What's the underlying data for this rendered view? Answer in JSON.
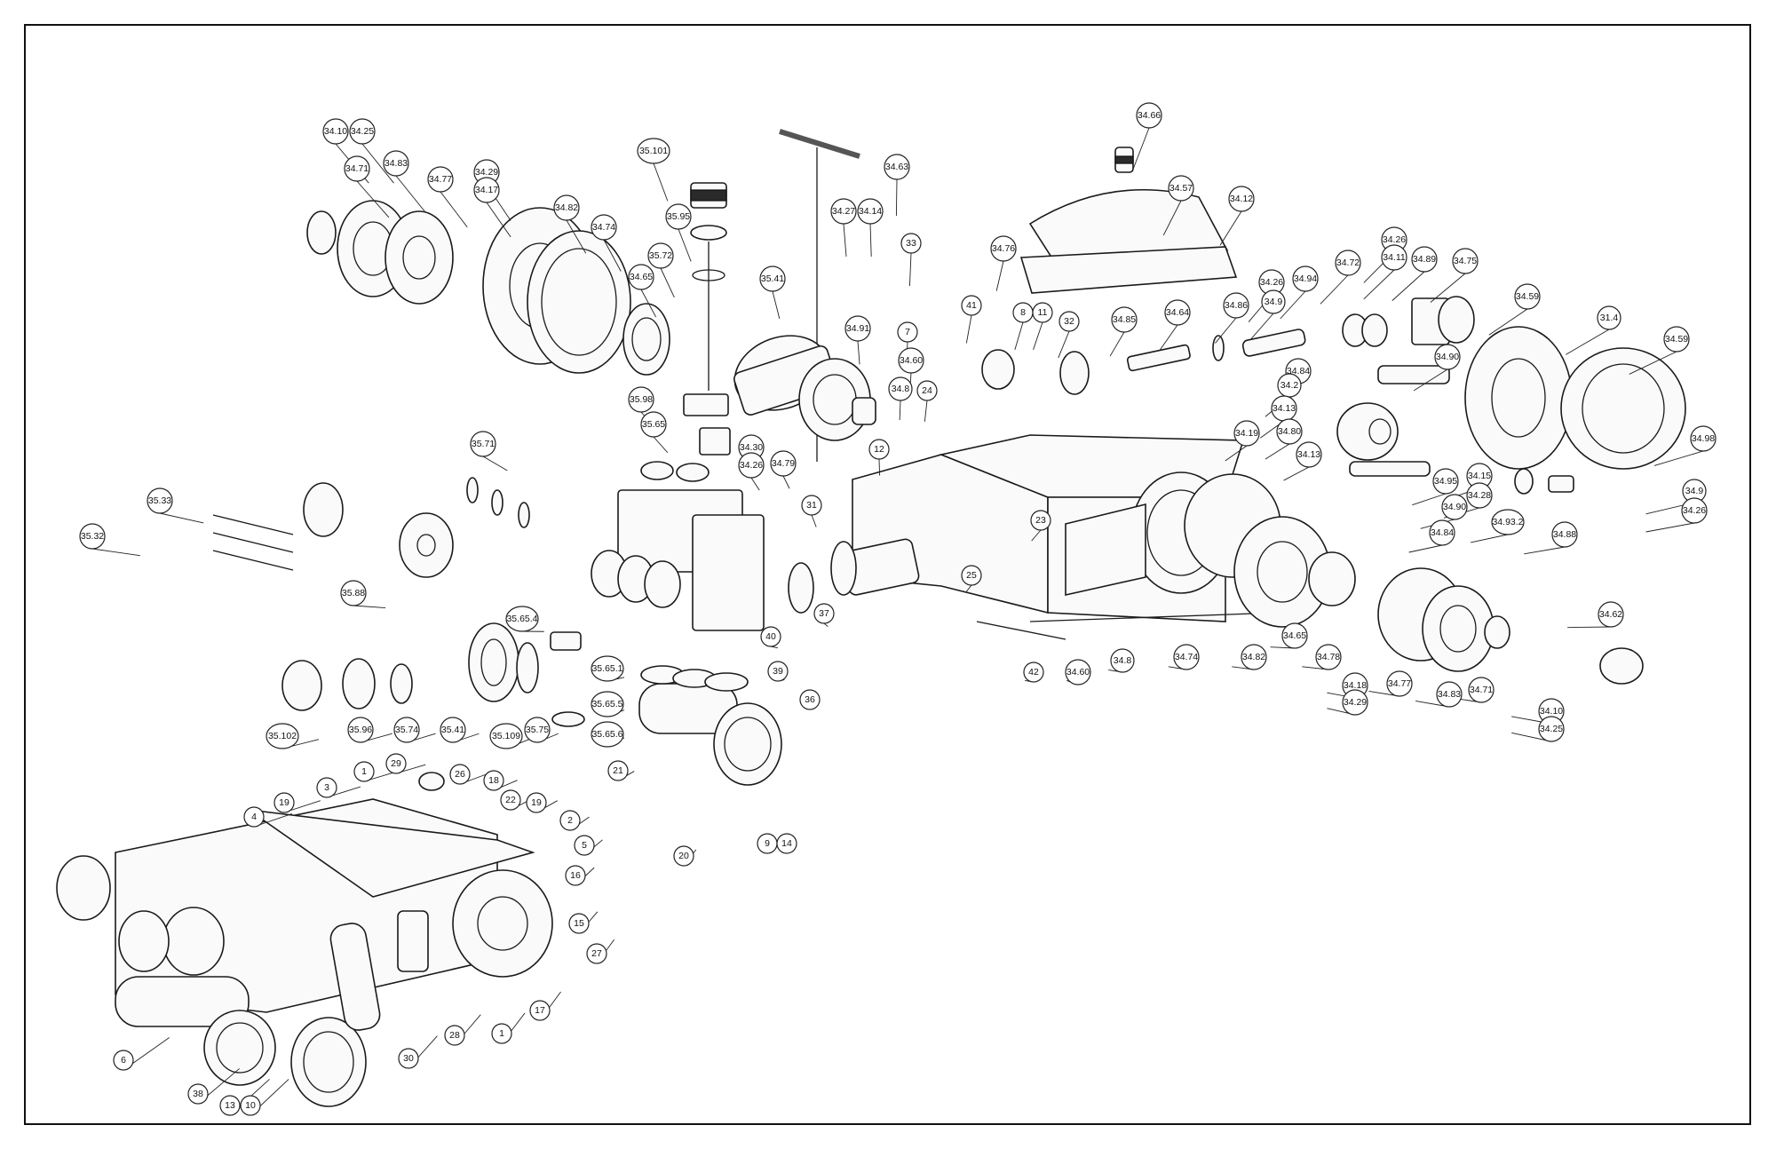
{
  "drawing": {
    "callouts": [
      "34.10",
      "34.25",
      "34.71",
      "34.83",
      "34.77",
      "34.29",
      "34.17",
      "34.82",
      "34.74",
      "34.65",
      "35.101",
      "35.95",
      "35.72",
      "35.41",
      "34.63",
      "34.27",
      "34.14",
      "33",
      "34.91",
      "34.66",
      "34.57",
      "34.12",
      "34.76",
      "41",
      "8",
      "11",
      "32",
      "34.85",
      "34.64",
      "34.86",
      "34.26",
      "34.9",
      "34.94",
      "34.72",
      "34.26",
      "34.11",
      "34.89",
      "34.75",
      "34.59",
      "31.4",
      "34.59",
      "7",
      "34.60",
      "34.8",
      "24",
      "35.98",
      "35.65",
      "34.30",
      "34.26",
      "34.79",
      "34.84",
      "34.90",
      "34.2",
      "34.13",
      "34.80",
      "34.13",
      "35.71",
      "35.33",
      "35.32",
      "35.88",
      "12",
      "34.19",
      "34.95",
      "34.15",
      "34.28",
      "34.98",
      "34.9",
      "34.26",
      "34.93.2",
      "34.88",
      "34.90",
      "34.84",
      "31",
      "23",
      "25",
      "37",
      "40",
      "35.65.4",
      "35.65.1",
      "35.65.5",
      "35.65.6",
      "39",
      "36",
      "35.102",
      "35.96",
      "35.74",
      "35.41",
      "35.109",
      "35.75",
      "42",
      "34.60",
      "34.8",
      "34.74",
      "34.82",
      "34.65",
      "34.78",
      "34.18",
      "34.29",
      "34.77",
      "34.83",
      "34.71",
      "34.62",
      "34.10",
      "34.25",
      "21",
      "9",
      "14",
      "20",
      "1",
      "29",
      "3",
      "26",
      "18",
      "22",
      "4",
      "19",
      "19",
      "2",
      "5",
      "16",
      "15",
      "27",
      "17",
      "28",
      "1",
      "6",
      "38",
      "13",
      "10",
      "30"
    ]
  }
}
